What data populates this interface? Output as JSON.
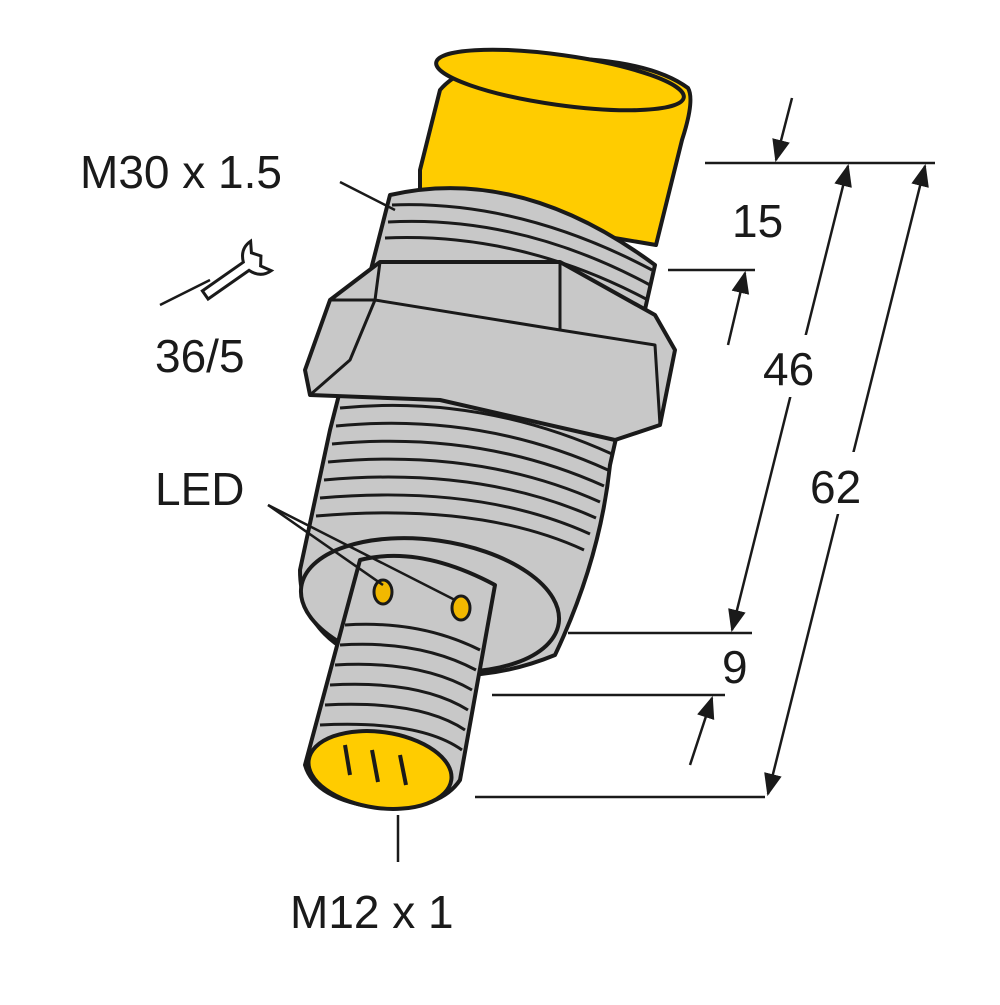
{
  "labels": {
    "thread": "M30 x 1.5",
    "wrench": "36/5",
    "led": "LED",
    "connector": "M12 x 1"
  },
  "dimensions": {
    "d1": "15",
    "d2": "46",
    "d3": "62",
    "d4": "9"
  },
  "colors": {
    "cap": "#ffcc00",
    "body": "#c8c8c8",
    "line": "#1a1a1a",
    "led": "#f2b800"
  },
  "icons": [
    "wrench-icon"
  ]
}
